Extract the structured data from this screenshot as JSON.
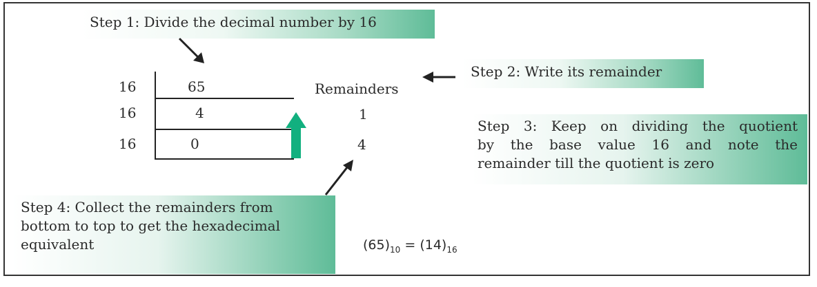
{
  "steps": {
    "step1": "Step 1: Divide the decimal number by 16",
    "step2": "Step 2: Write its remainder",
    "step3_lines": [
      "Step 3: Keep on dividing the quotient",
      "by the base value 16 and note the",
      "remainder till the quotient is zero"
    ],
    "step4_lines": [
      "Step 4: Collect the remainders from",
      "bottom to top to get the hexadecimal",
      "equivalent"
    ]
  },
  "division": {
    "divisors": [
      "16",
      "16",
      "16"
    ],
    "quotients": [
      "65",
      "4",
      "0"
    ],
    "remainders_header": "Remainders",
    "remainders": [
      "1",
      "4"
    ]
  },
  "result": {
    "left_value": "(65)",
    "left_base": "10",
    "equals": "=",
    "right_value": "(14)",
    "right_base": "16"
  },
  "colors": {
    "accent_green": "#12b07f",
    "gradient_end": "#5fbc98"
  }
}
